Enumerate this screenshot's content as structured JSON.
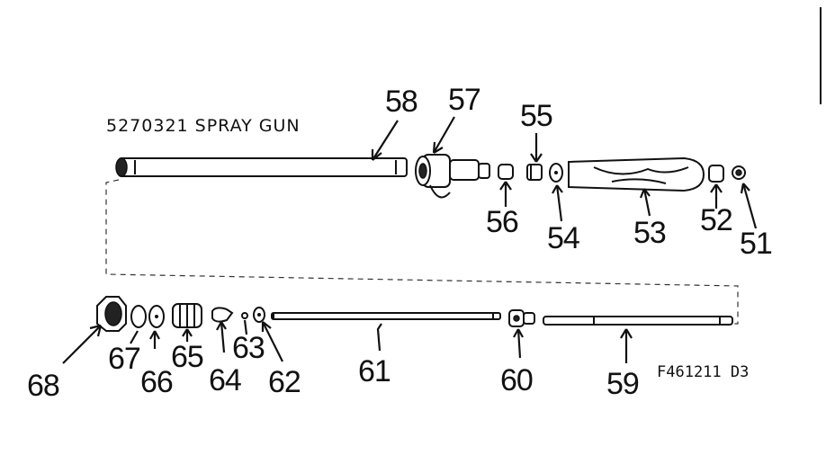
{
  "title": "5270321 SPRAY GUN",
  "figure_code": "F461211 D3",
  "parts": [
    {
      "key": "p58",
      "label": "58"
    },
    {
      "key": "p57",
      "label": "57"
    },
    {
      "key": "p55",
      "label": "55"
    },
    {
      "key": "p56",
      "label": "56"
    },
    {
      "key": "p54",
      "label": "54"
    },
    {
      "key": "p53",
      "label": "53"
    },
    {
      "key": "p52",
      "label": "52"
    },
    {
      "key": "p51",
      "label": "51"
    },
    {
      "key": "p68",
      "label": "68"
    },
    {
      "key": "p67",
      "label": "67"
    },
    {
      "key": "p66",
      "label": "66"
    },
    {
      "key": "p65",
      "label": "65"
    },
    {
      "key": "p64",
      "label": "64"
    },
    {
      "key": "p63",
      "label": "63"
    },
    {
      "key": "p62",
      "label": "62"
    },
    {
      "key": "p61",
      "label": "61"
    },
    {
      "key": "p60",
      "label": "60"
    },
    {
      "key": "p59",
      "label": "59"
    }
  ]
}
